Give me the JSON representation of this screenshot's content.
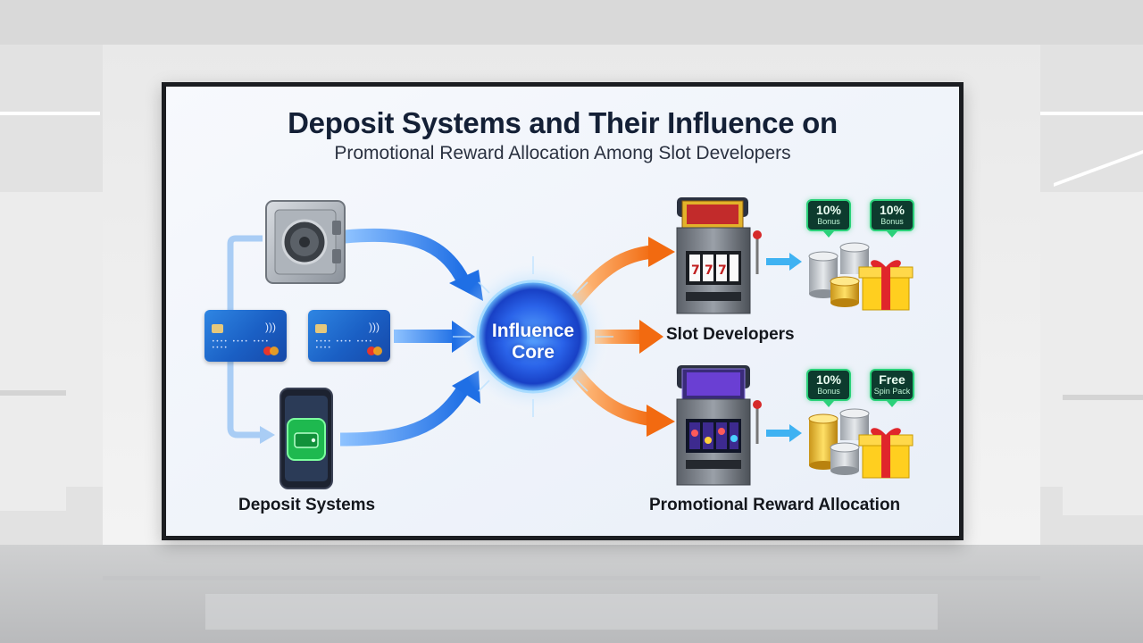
{
  "diagram": {
    "title": "Deposit Systems and Their Influence on",
    "subtitle": "Promotional Reward Allocation Among Slot Developers",
    "core": {
      "line1": "Influence",
      "line2": "Core"
    },
    "labels": {
      "deposit_systems": "Deposit Systems",
      "slot_developers": "Slot Developers",
      "promotional_reward_allocation": "Promotional Reward Allocation"
    },
    "badges": [
      {
        "line1": "10%",
        "line2": "Bonus"
      },
      {
        "line1": "10%",
        "line2": "Bonus"
      },
      {
        "line1": "10%",
        "line2": "Bonus"
      },
      {
        "line1": "Free",
        "line2": "Spin Pack"
      }
    ],
    "icons": [
      "safe-icon",
      "credit-card-icon",
      "smartphone-wallet-icon",
      "slot-machine-icon",
      "coin-stack-icon",
      "gift-box-icon"
    ],
    "colors": {
      "input_arrow": "#2f7fe6",
      "output_arrow": "#f27a1f",
      "core_glow": "#1f5fe8",
      "badge_border": "#2bd17a"
    }
  }
}
